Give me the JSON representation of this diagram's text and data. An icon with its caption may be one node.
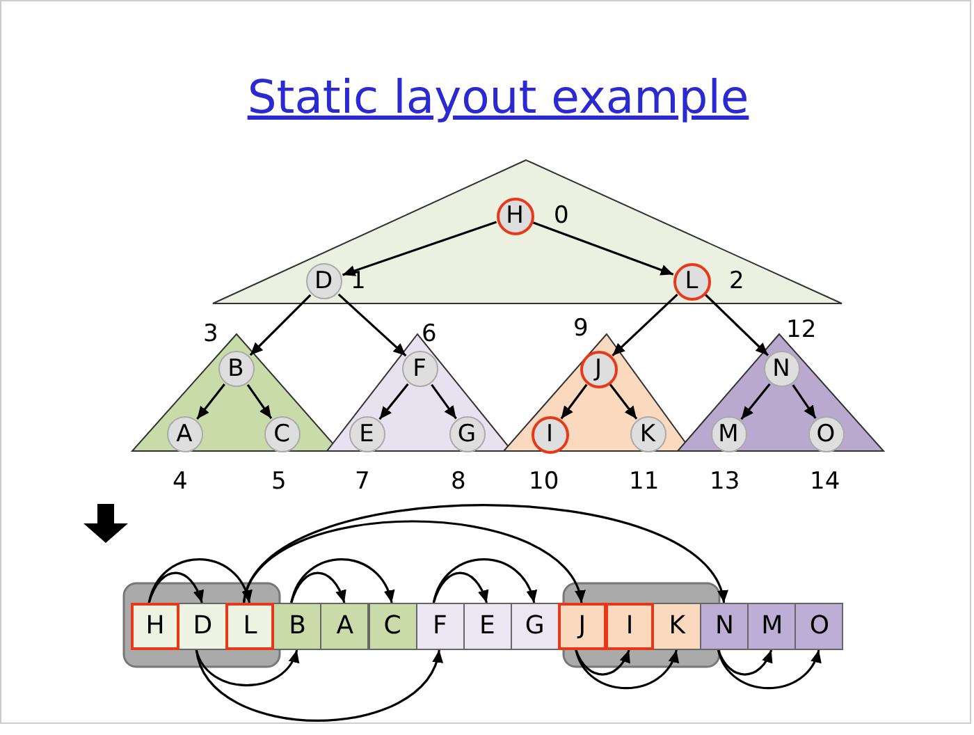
{
  "diagram": {
    "title": "Static layout example",
    "nodes": [
      {
        "text": [
          "H"
        ],
        "beside": [
          "0"
        ]
      },
      {
        "text": [
          "D"
        ],
        "beside": [
          "1"
        ]
      },
      {
        "text": [
          "L"
        ],
        "beside": [
          "2"
        ]
      },
      {
        "text": [
          "B"
        ],
        "beside": [
          "3"
        ]
      },
      {
        "text": [
          "A"
        ],
        "beside": [
          "4"
        ]
      },
      {
        "text": [
          "C"
        ],
        "beside": [
          "5"
        ]
      },
      {
        "text": [
          "F"
        ],
        "beside": [
          "6"
        ]
      },
      {
        "text": [
          "E"
        ],
        "beside": [
          "7"
        ]
      },
      {
        "text": [
          "G"
        ],
        "beside": [
          "8"
        ]
      },
      {
        "text": [
          "J"
        ],
        "beside": [
          "9"
        ]
      },
      {
        "text": [
          "I"
        ],
        "beside": [
          "10"
        ]
      },
      {
        "text": [
          "K"
        ],
        "beside": [
          "11"
        ]
      },
      {
        "text": [
          "N"
        ],
        "beside": [
          "12"
        ]
      },
      {
        "text": [
          "M"
        ],
        "beside": [
          "13"
        ]
      },
      {
        "text": [
          "O"
        ],
        "beside": [
          "14"
        ]
      },
      {
        "text": [
          "H"
        ]
      },
      {
        "text": [
          "D"
        ]
      },
      {
        "text": [
          "L"
        ]
      },
      {
        "text": [
          "B"
        ]
      },
      {
        "text": [
          "A"
        ]
      },
      {
        "text": [
          "C"
        ]
      },
      {
        "text": [
          "F"
        ]
      },
      {
        "text": [
          "E"
        ]
      },
      {
        "text": [
          "G"
        ]
      },
      {
        "text": [
          "J"
        ]
      },
      {
        "text": [
          "I"
        ]
      },
      {
        "text": [
          "K"
        ]
      },
      {
        "text": [
          "N"
        ]
      },
      {
        "text": [
          "M"
        ]
      },
      {
        "text": [
          "O"
        ]
      }
    ],
    "edges": [
      {
        "from": 0,
        "to": 1,
        "arrow": "to"
      },
      {
        "from": 0,
        "to": 2,
        "arrow": "to"
      },
      {
        "from": 1,
        "to": 3,
        "arrow": "to"
      },
      {
        "from": 1,
        "to": 6,
        "arrow": "to"
      },
      {
        "from": 2,
        "to": 9,
        "arrow": "to"
      },
      {
        "from": 2,
        "to": 12,
        "arrow": "to"
      },
      {
        "from": 3,
        "to": 4,
        "arrow": "to"
      },
      {
        "from": 3,
        "to": 5,
        "arrow": "to"
      },
      {
        "from": 6,
        "to": 7,
        "arrow": "to"
      },
      {
        "from": 6,
        "to": 8,
        "arrow": "to"
      },
      {
        "from": 9,
        "to": 10,
        "arrow": "to"
      },
      {
        "from": 9,
        "to": 11,
        "arrow": "to"
      },
      {
        "from": 12,
        "to": 13,
        "arrow": "to"
      },
      {
        "from": 12,
        "to": 14,
        "arrow": "to"
      },
      {
        "from": 15,
        "to": 16,
        "arrow": "to"
      },
      {
        "from": 15,
        "to": 17,
        "arrow": "to"
      },
      {
        "from": 17,
        "to": 24,
        "arrow": "to"
      },
      {
        "from": 17,
        "to": 27,
        "arrow": "to"
      },
      {
        "from": 18,
        "to": 19,
        "arrow": "to"
      },
      {
        "from": 18,
        "to": 20,
        "arrow": "to"
      },
      {
        "from": 21,
        "to": 22,
        "arrow": "to"
      },
      {
        "from": 21,
        "to": 23,
        "arrow": "to"
      },
      {
        "from": 16,
        "to": 18,
        "arrow": "to"
      },
      {
        "from": 16,
        "to": 21,
        "arrow": "to"
      },
      {
        "from": 24,
        "to": 25,
        "arrow": "to"
      },
      {
        "from": 24,
        "to": 26,
        "arrow": "to"
      },
      {
        "from": 27,
        "to": 28,
        "arrow": "to"
      },
      {
        "from": 27,
        "to": 29,
        "arrow": "to"
      }
    ]
  }
}
